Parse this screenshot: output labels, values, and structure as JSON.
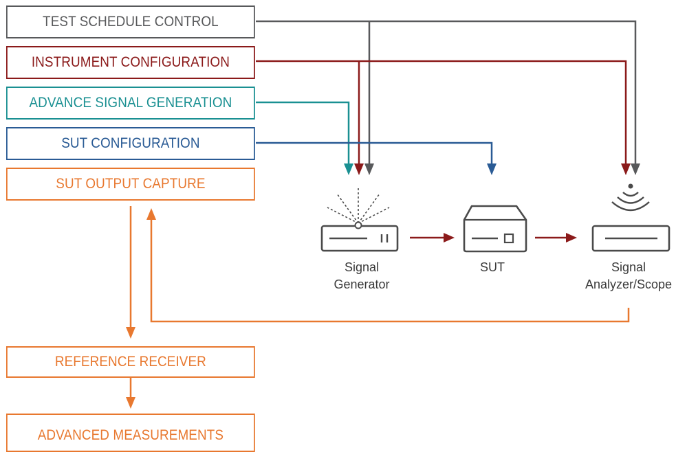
{
  "colors": {
    "schedule": "#58595b",
    "instrument": "#8b1a1a",
    "signal": "#1a9092",
    "sut": "#2a5b95",
    "orange": "#e8782f",
    "device": "#4a4a4a"
  },
  "boxes": {
    "test_schedule_control": "TEST SCHEDULE CONTROL",
    "instrument_configuration": "INSTRUMENT CONFIGURATION",
    "advance_signal_generation": "ADVANCE SIGNAL GENERATION",
    "sut_configuration": "SUT CONFIGURATION",
    "sut_output_capture": "SUT OUTPUT CAPTURE",
    "reference_receiver": "REFERENCE RECEIVER",
    "advanced_measurements": "ADVANCED MEASUREMENTS"
  },
  "devices": {
    "signal_generator": {
      "line1": "Signal",
      "line2": "Generator",
      "icon": "signal-generator-icon"
    },
    "sut": {
      "line1": "SUT",
      "icon": "sut-device-icon"
    },
    "signal_analyzer": {
      "line1": "Signal",
      "line2": "Analyzer/Scope",
      "icon": "signal-analyzer-icon"
    }
  }
}
